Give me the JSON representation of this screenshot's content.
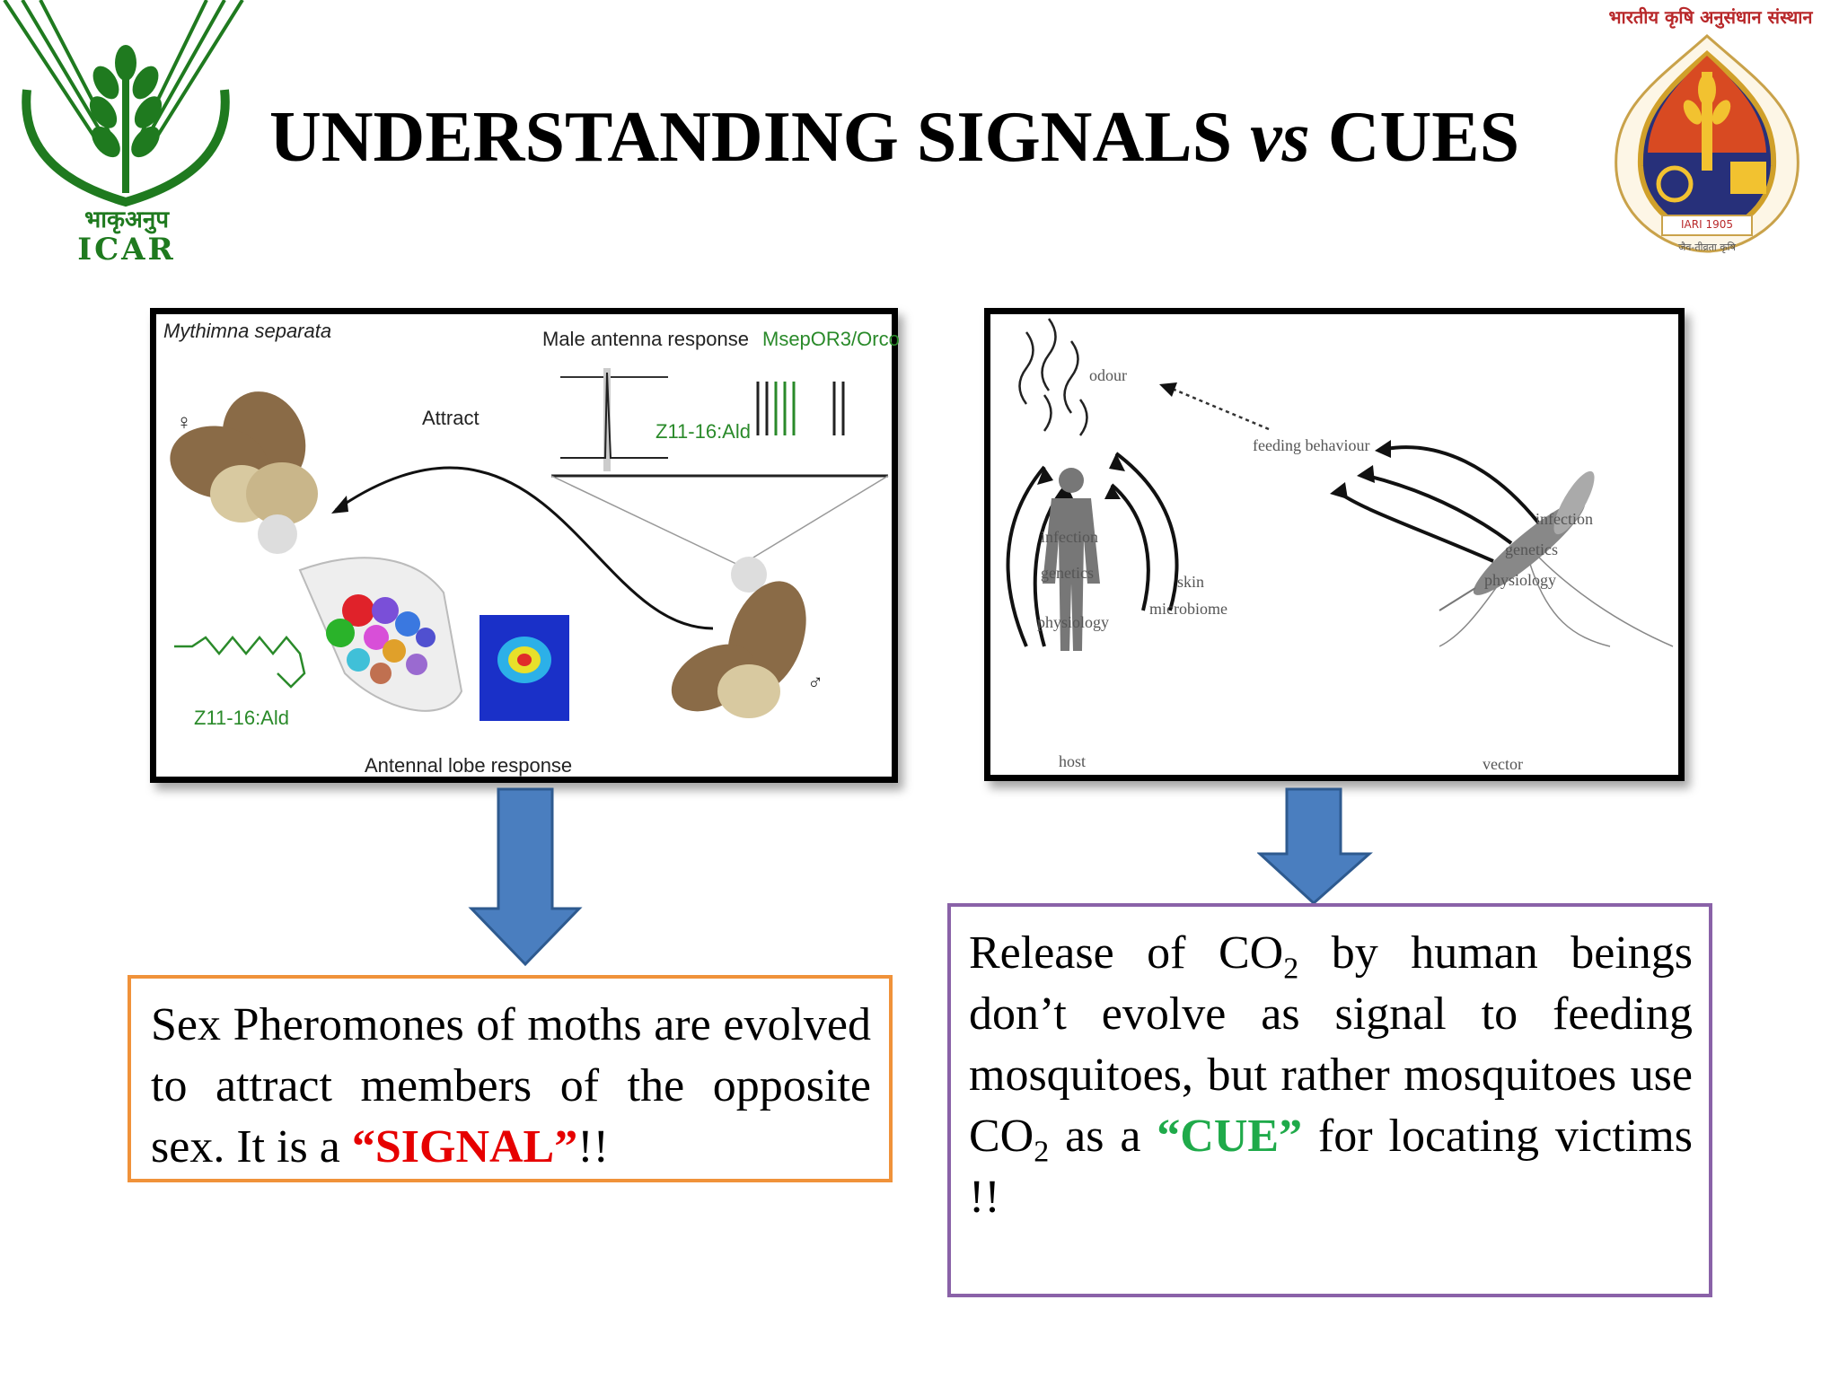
{
  "slide": {
    "title_part1": "UNDERSTANDING SIGNALS ",
    "title_vs": "vs",
    "title_part2": " CUES",
    "left_logo": {
      "text_hindi": "भाकृअनुप",
      "text_en": "ICAR"
    },
    "right_logo": {
      "ring_text": "भारतीय कृषि अनुसंधान संस्थान",
      "banner": "IARI 1905",
      "motto": "जैव-तीव्रता कृषि"
    }
  },
  "left_figure": {
    "species": "Mythimna separata",
    "male_antenna": "Male antenna response",
    "receptor": "MsepOR3/Orco",
    "attract": "Attract",
    "compound_trace": "Z11-16:Ald",
    "compound_structure": "Z11-16:Ald",
    "antennal_lobe": "Antennal lobe response",
    "female_symbol": "♀",
    "male_symbol": "♂"
  },
  "right_figure": {
    "odour": "odour",
    "feeding": "feeding behaviour",
    "host_factors": [
      "infection",
      "genetics",
      "physiology"
    ],
    "vector_factors": [
      "infection",
      "genetics",
      "physiology"
    ],
    "skin": "skin",
    "microbiome": "microbiome",
    "host": "host",
    "vector": "vector"
  },
  "left_text": {
    "before": "Sex Pheromones of moths are evolved to attract members of the opposite sex. It is a ",
    "highlight": "“SIGNAL”",
    "after": "!!"
  },
  "right_text": {
    "p1": "Release of CO",
    "sub1": "2",
    "p2": " by human beings don’t evolve as signal to feeding mosquitoes, but rather mosquitoes use CO",
    "sub2": "2",
    "p3": " as a ",
    "highlight": "“CUE”",
    "p4": " for locating victims !!"
  },
  "colors": {
    "arrow": "#4a7ebf",
    "arrow_stroke": "#2e5a8f",
    "left_box_border": "#f0923a",
    "right_box_border": "#8a62a8",
    "signal": "#e60000",
    "cue": "#1faa4a",
    "icar_green": "#1f7a1f"
  }
}
